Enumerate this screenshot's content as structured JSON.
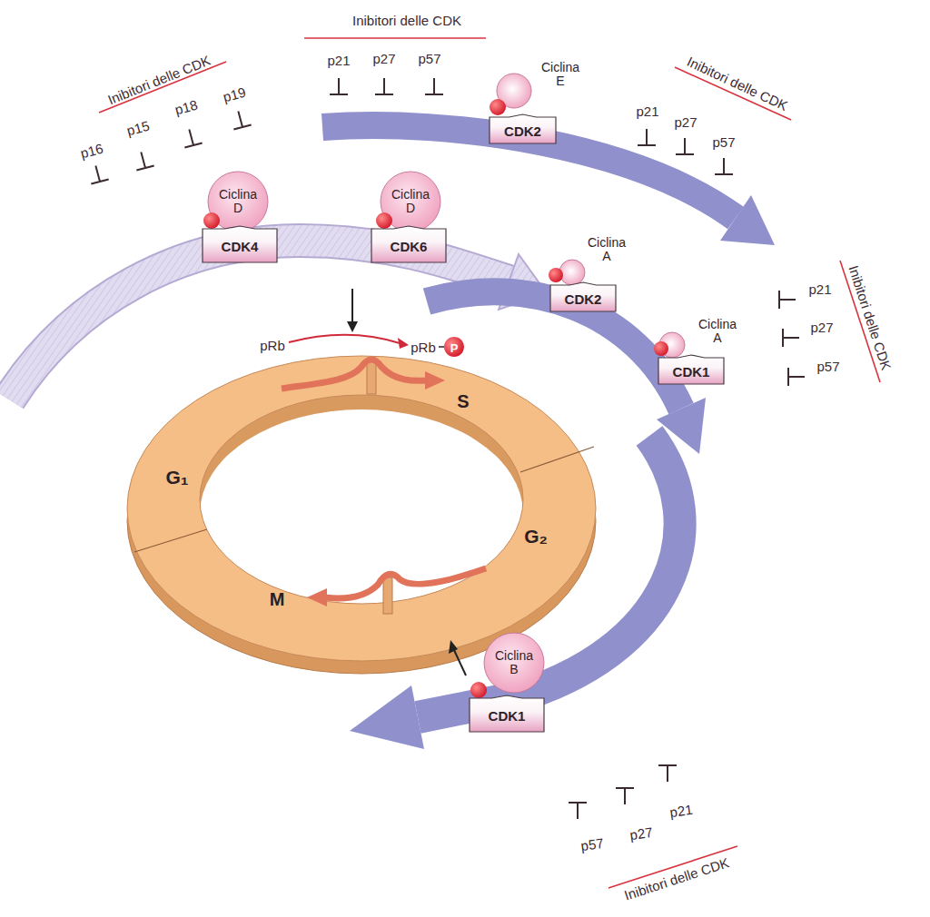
{
  "diagram": {
    "nodes": [
      {
        "text": [
          "Ciclina D"
        ]
      },
      {
        "text": [
          "CDK4"
        ]
      },
      {
        "text": [
          "Ciclina D"
        ]
      },
      {
        "text": [
          "CDK6"
        ]
      },
      {
        "text": [
          "Ciclina E"
        ]
      },
      {
        "text": [
          "CDK2"
        ]
      },
      {
        "text": [
          "Ciclina A"
        ]
      },
      {
        "text": [
          "CDK2"
        ]
      },
      {
        "text": [
          "Ciclina A"
        ]
      },
      {
        "text": [
          "CDK1"
        ]
      },
      {
        "text": [
          "Ciclina B"
        ]
      },
      {
        "text": [
          "CDK1"
        ]
      }
    ],
    "labels": [
      "Inibitori delle CDK",
      "p16",
      "p15",
      "p18",
      "p19",
      "Inibitori delle CDK",
      "p21",
      "p27",
      "p57",
      "Inibitori delle CDK",
      "p21",
      "p27",
      "p57",
      "Inibitori delle CDK",
      "p21",
      "p27",
      "p57",
      "pRb",
      "pRb",
      "P",
      "G₁",
      "S",
      "G₂",
      "M",
      "p57",
      "p27",
      "p21",
      "Inibitori delle CDK"
    ]
  }
}
